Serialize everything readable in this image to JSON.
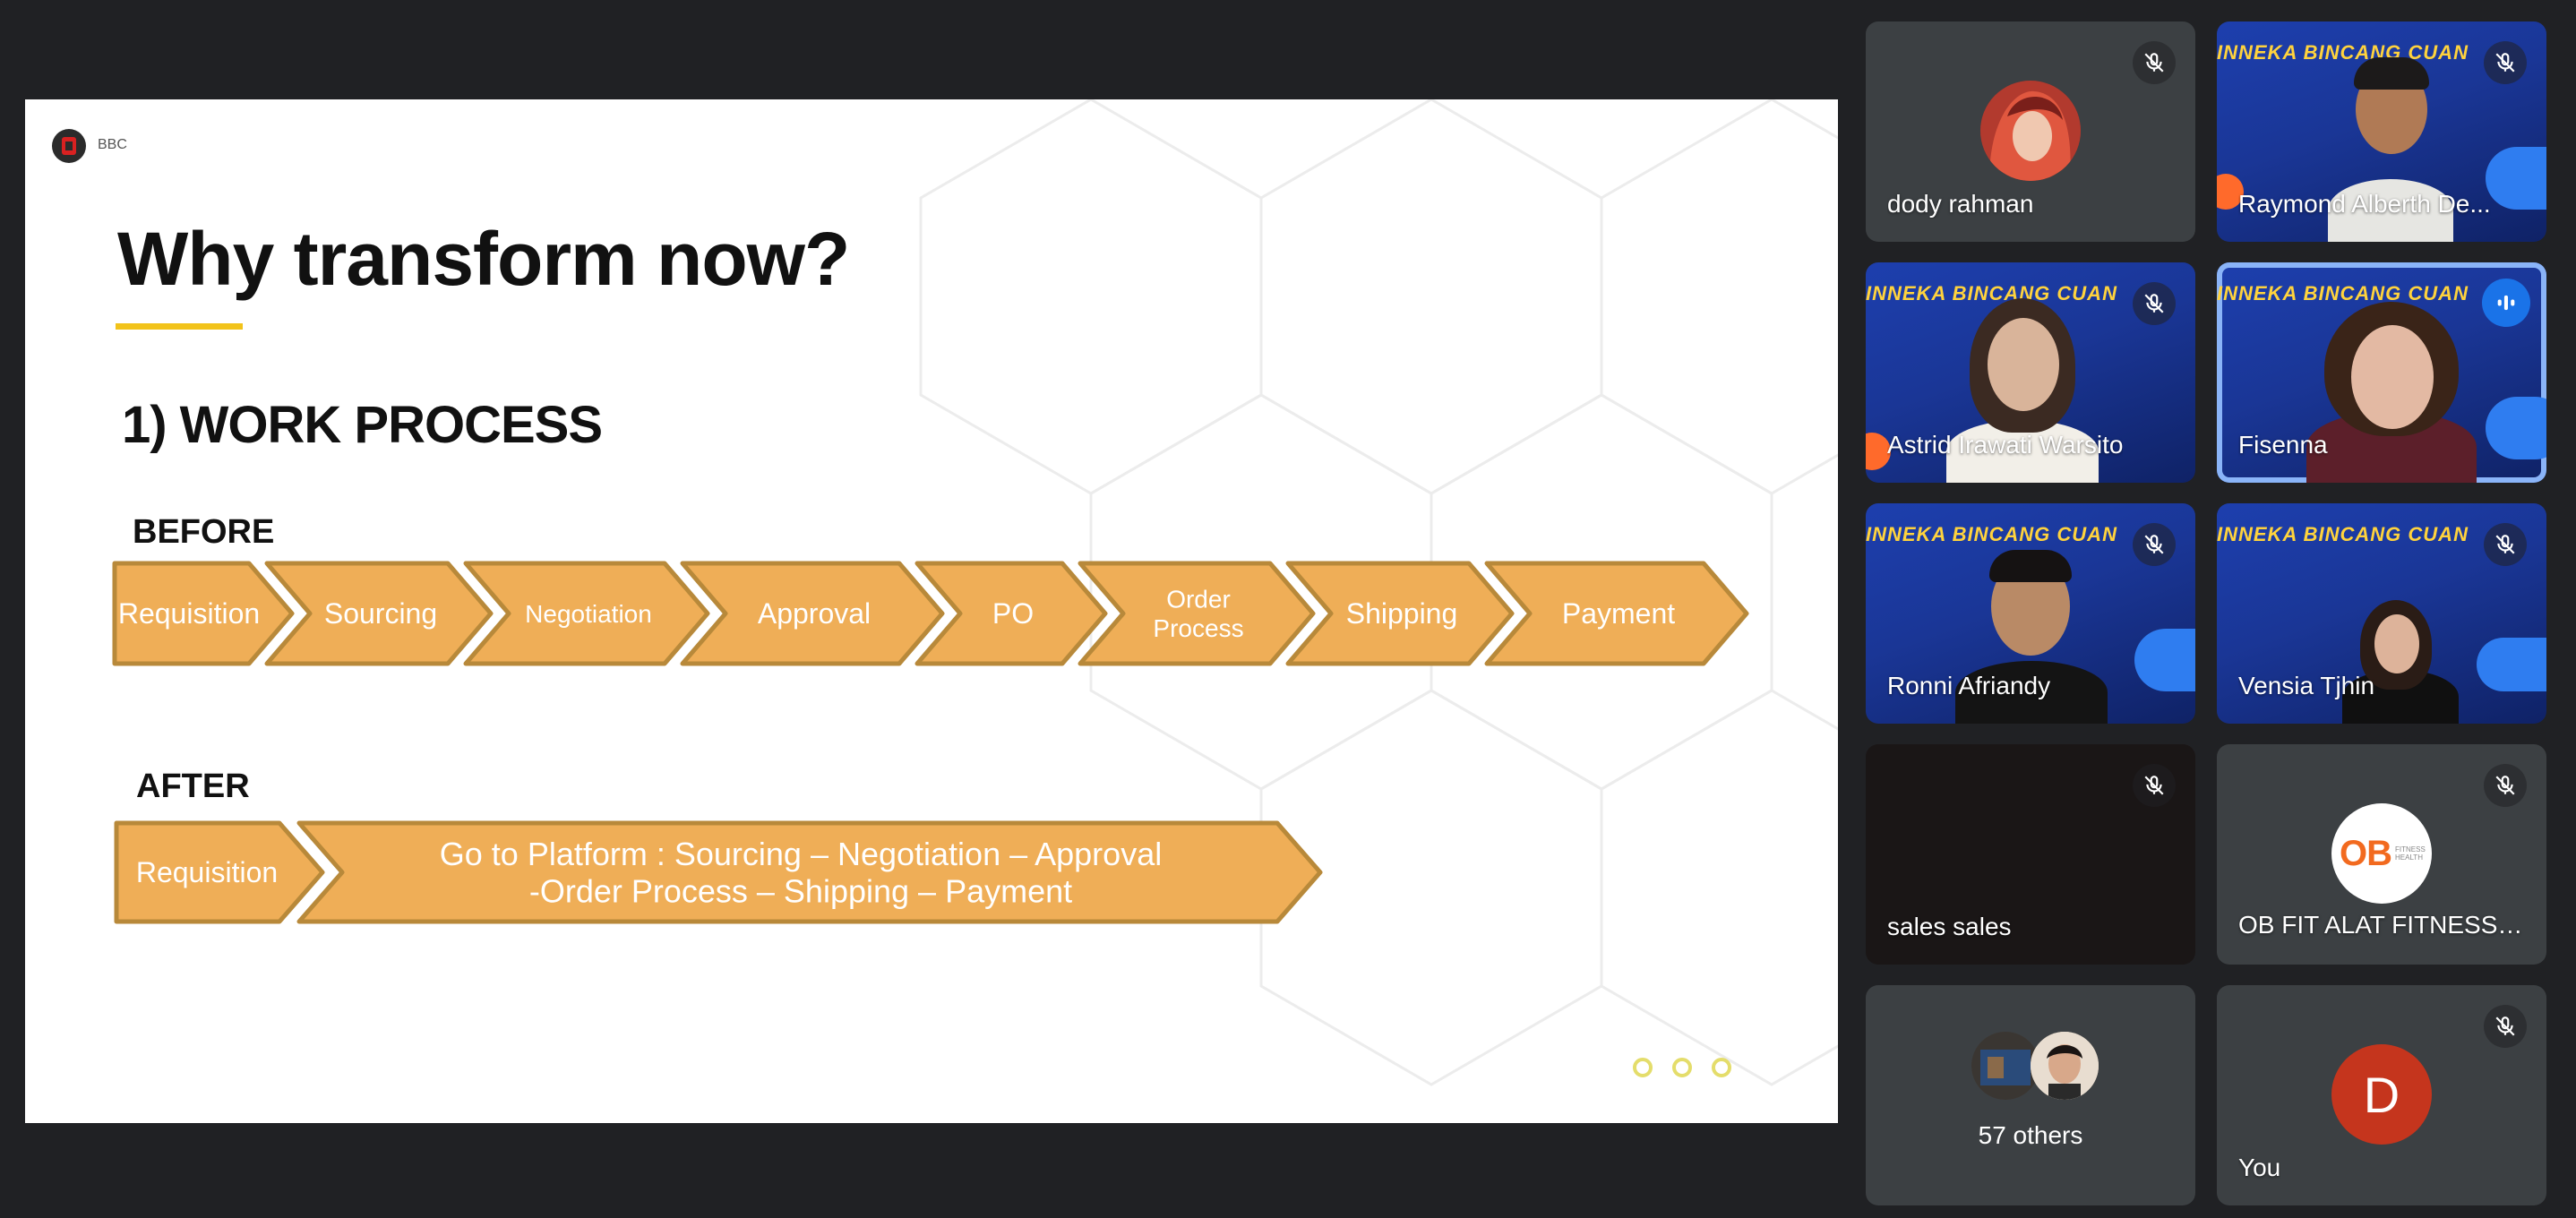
{
  "slide": {
    "logo_text": "BBC",
    "title": "Why transform now?",
    "section_heading": "1)  WORK PROCESS",
    "before_label": "BEFORE",
    "after_label": "AFTER",
    "before_steps": [
      "Requisition",
      "Sourcing",
      "Negotiation",
      "Approval",
      "PO",
      "Order Process",
      "Shipping",
      "Payment"
    ],
    "after_steps": {
      "first": "Requisition",
      "second_line1": "Go to Platform : Sourcing – Negotiation – Approval",
      "second_line2": "-Order Process – Shipping – Payment"
    },
    "colors": {
      "arrow_fill": "#efae57",
      "arrow_border": "#b8893a",
      "underline": "#f2c31a"
    }
  },
  "participants": [
    {
      "name": "dody rahman",
      "muted": true,
      "tile": "avatar-photo"
    },
    {
      "name": "Raymond Alberth De...",
      "muted": true,
      "tile": "video"
    },
    {
      "name": "Astrid Irawati Warsito",
      "muted": true,
      "tile": "video"
    },
    {
      "name": "Fisenna",
      "muted": false,
      "speaking": true,
      "tile": "video"
    },
    {
      "name": "Ronni Afriandy",
      "muted": true,
      "tile": "video"
    },
    {
      "name": "Vensia Tjhin",
      "muted": true,
      "tile": "video"
    },
    {
      "name": "sales sales",
      "muted": true,
      "tile": "dark-video"
    },
    {
      "name": "OB FIT ALAT FITNESS ...",
      "muted": true,
      "tile": "logo",
      "logo_text": "OB",
      "logo_sub": "FITNESS HEALTH"
    },
    {
      "name": "57 others",
      "tile": "others"
    },
    {
      "name": "You",
      "muted": true,
      "tile": "initial",
      "initial": "D",
      "avatar_color": "#c5351d"
    }
  ],
  "video_banner": {
    "title": "INNEKA BINCANG CUAN",
    "brand": "bhinneka"
  }
}
